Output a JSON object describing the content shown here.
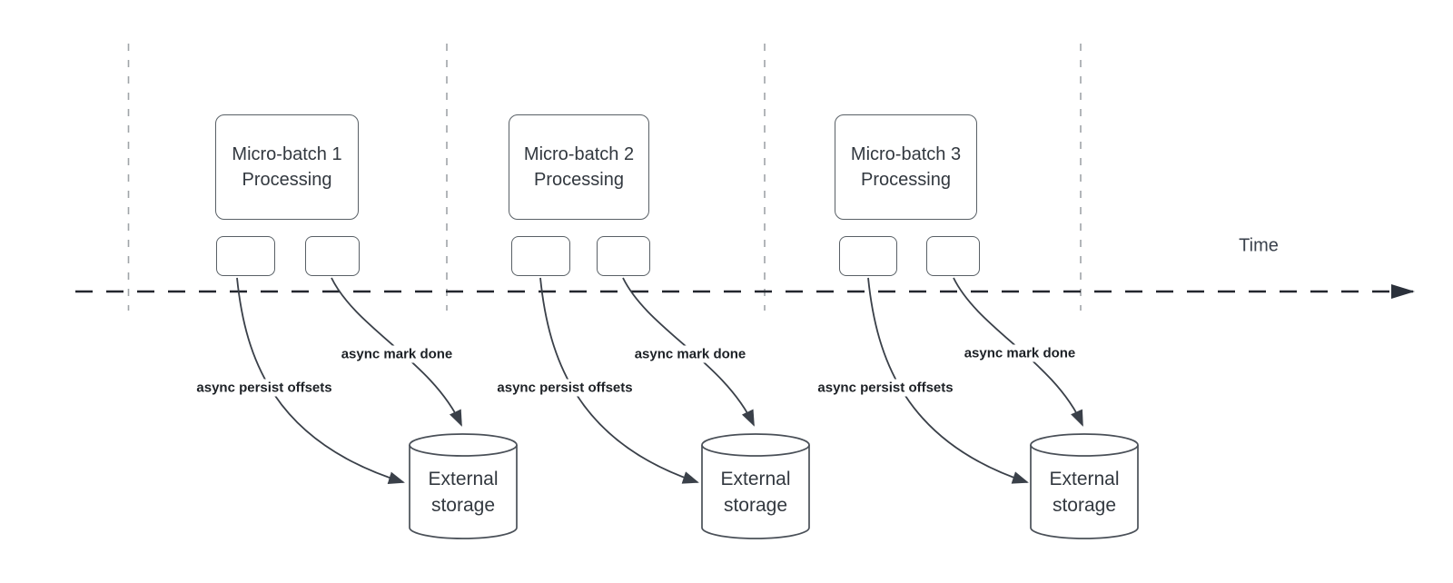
{
  "diagram": {
    "time_axis_label": "Time",
    "groups": [
      {
        "box_title_line1": "Micro-batch 1",
        "box_title_line2": "Processing",
        "persist_edge_label": "async persist offsets",
        "done_edge_label": "async mark done",
        "storage_line1": "External",
        "storage_line2": "storage"
      },
      {
        "box_title_line1": "Micro-batch 2",
        "box_title_line2": "Processing",
        "persist_edge_label": "async persist offsets",
        "done_edge_label": "async mark done",
        "storage_line1": "External",
        "storage_line2": "storage"
      },
      {
        "box_title_line1": "Micro-batch 3",
        "box_title_line2": "Processing",
        "persist_edge_label": "async persist offsets",
        "done_edge_label": "async mark done",
        "storage_line1": "External",
        "storage_line2": "storage"
      }
    ],
    "colors": {
      "axis_line": "#23272e",
      "guide_line": "#a0a4a8",
      "edge_stroke": "#3a4049",
      "box_border": "#596066",
      "box_text": "#32383f",
      "edge_label_text": "#1d2126",
      "background": "#ffffff"
    }
  }
}
